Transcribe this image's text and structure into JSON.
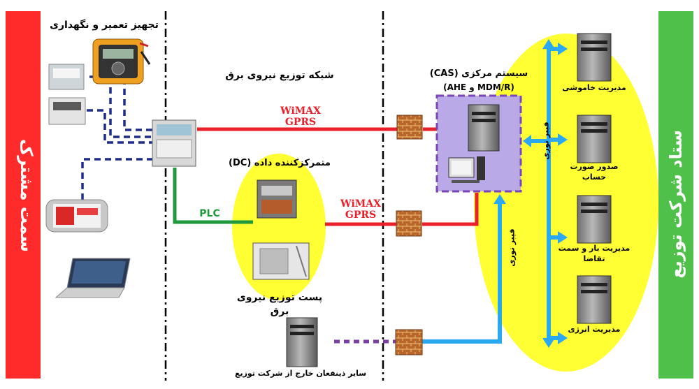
{
  "left_bar": {
    "label": "سمت مشترک",
    "color": "#ff2a2a"
  },
  "right_bar": {
    "label": "ستاد شرکت توزیع",
    "color": "#4fc04a"
  },
  "maintenance": {
    "label": "تجهیز تعمیر و نگهداری"
  },
  "network": {
    "label": "شبکه توزیع نیروی برق"
  },
  "dc": {
    "label": "متمرکزکننده داده (DC)"
  },
  "substation": {
    "label_line1": "پست توزیع نیروی",
    "label_line2": "برق"
  },
  "cas": {
    "label_line1": "سیستم مرکزی (CAS)",
    "label_line2": "(MDM/R و AHE)"
  },
  "link_top": {
    "line1": "WiMAX",
    "line2": "GPRS"
  },
  "link_mid": {
    "line1": "WiMAX",
    "line2": "GPRS"
  },
  "plc": {
    "label": "PLC"
  },
  "fiber_right": {
    "label": "فیبر نوری"
  },
  "fiber_left": {
    "label": "فیبر نوری"
  },
  "stakeholders": {
    "label": "سایر ذینفعان خارج از شرکت توزیع"
  },
  "servers": [
    {
      "label_line1": "مدیریت خاموشی",
      "label_line2": ""
    },
    {
      "label_line1": "صدور صورت",
      "label_line2": "حساب"
    },
    {
      "label_line1": "مدیریت بار و سمت",
      "label_line2": "تقاضا"
    },
    {
      "label_line1": "مدیریت انرژی",
      "label_line2": ""
    }
  ],
  "colors": {
    "wireless": "#e8202a",
    "plc": "#1e9a3c",
    "fiber": "#2aa8f0",
    "wired": "#1f2d8a",
    "stakeholder_link": "#7a3fa0",
    "ellipse": "#ffff33",
    "cas_box": "#b9a9e6",
    "cas_border": "#7a45b8"
  }
}
